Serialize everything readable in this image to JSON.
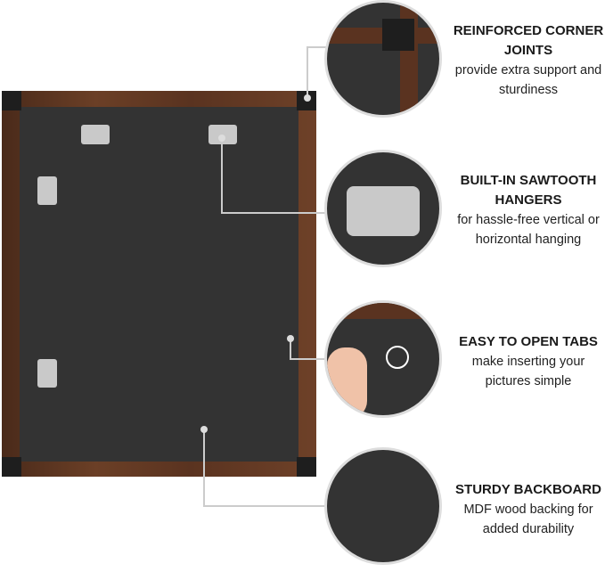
{
  "features": [
    {
      "title": "REINFORCED CORNER JOINTS",
      "description": "provide extra support and sturdiness"
    },
    {
      "title": "BUILT-IN SAWTOOTH HANGERS",
      "description": "for hassle-free vertical or horizontal hanging"
    },
    {
      "title": "EASY TO OPEN TABS",
      "description": "make inserting your pictures simple"
    },
    {
      "title": "STURDY BACKBOARD",
      "description": "MDF wood backing for added durability"
    }
  ],
  "colors": {
    "wood": "#5a3320",
    "backboard": "#333333",
    "corner": "#1e1e1e",
    "hanger": "#c9c9c9"
  }
}
